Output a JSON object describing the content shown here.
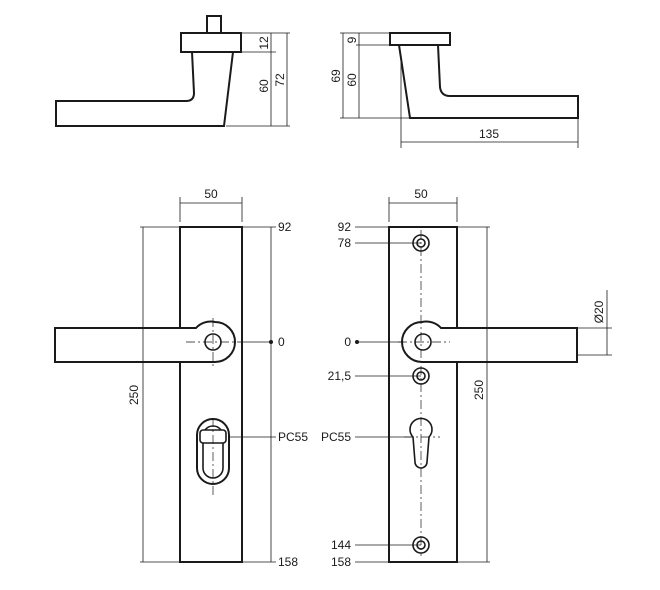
{
  "top_left_view": {
    "dim_rose_height": "12",
    "dim_body_height": "60",
    "dim_total_height": "72"
  },
  "top_right_view": {
    "dim_rose_height": "9",
    "dim_body_height": "60",
    "dim_total_height": "69",
    "dim_lever_length": "135"
  },
  "front_left_view": {
    "dim_plate_width": "50",
    "dim_plate_length": "250",
    "label_top": "92",
    "label_center": "0",
    "label_cylinder": "PC55",
    "label_bottom": "158"
  },
  "front_right_view": {
    "dim_plate_width": "50",
    "dim_plate_length": "250",
    "dim_rose_diameter": "Ø20",
    "label_top": "92",
    "label_screw_top": "78",
    "label_center": "0",
    "label_screw_mid": "21,5",
    "label_cylinder": "PC55",
    "label_screw_bottom": "144",
    "label_bottom": "158"
  }
}
